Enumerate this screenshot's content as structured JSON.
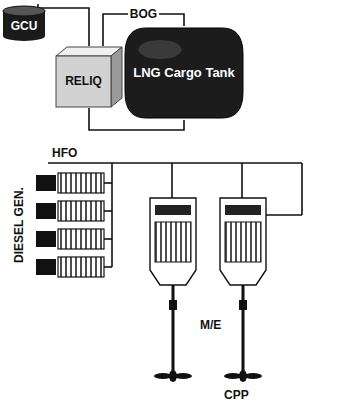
{
  "diagram": {
    "nodes": [
      {
        "text": [
          "GCU"
        ]
      },
      {
        "text": [
          "RELIQ"
        ]
      },
      {
        "text": [
          "LNG Cargo Tank"
        ]
      }
    ],
    "edges": [
      {
        "from": 0,
        "to": 1,
        "arrow": "none"
      },
      {
        "from": 1,
        "to": 2,
        "label": "BOG",
        "arrow": "none"
      },
      {
        "from": 1,
        "to": 2,
        "arrow": "none"
      }
    ],
    "labels": [
      "HFO",
      "DIESEL GEN.",
      "M/E",
      "CPP"
    ]
  }
}
